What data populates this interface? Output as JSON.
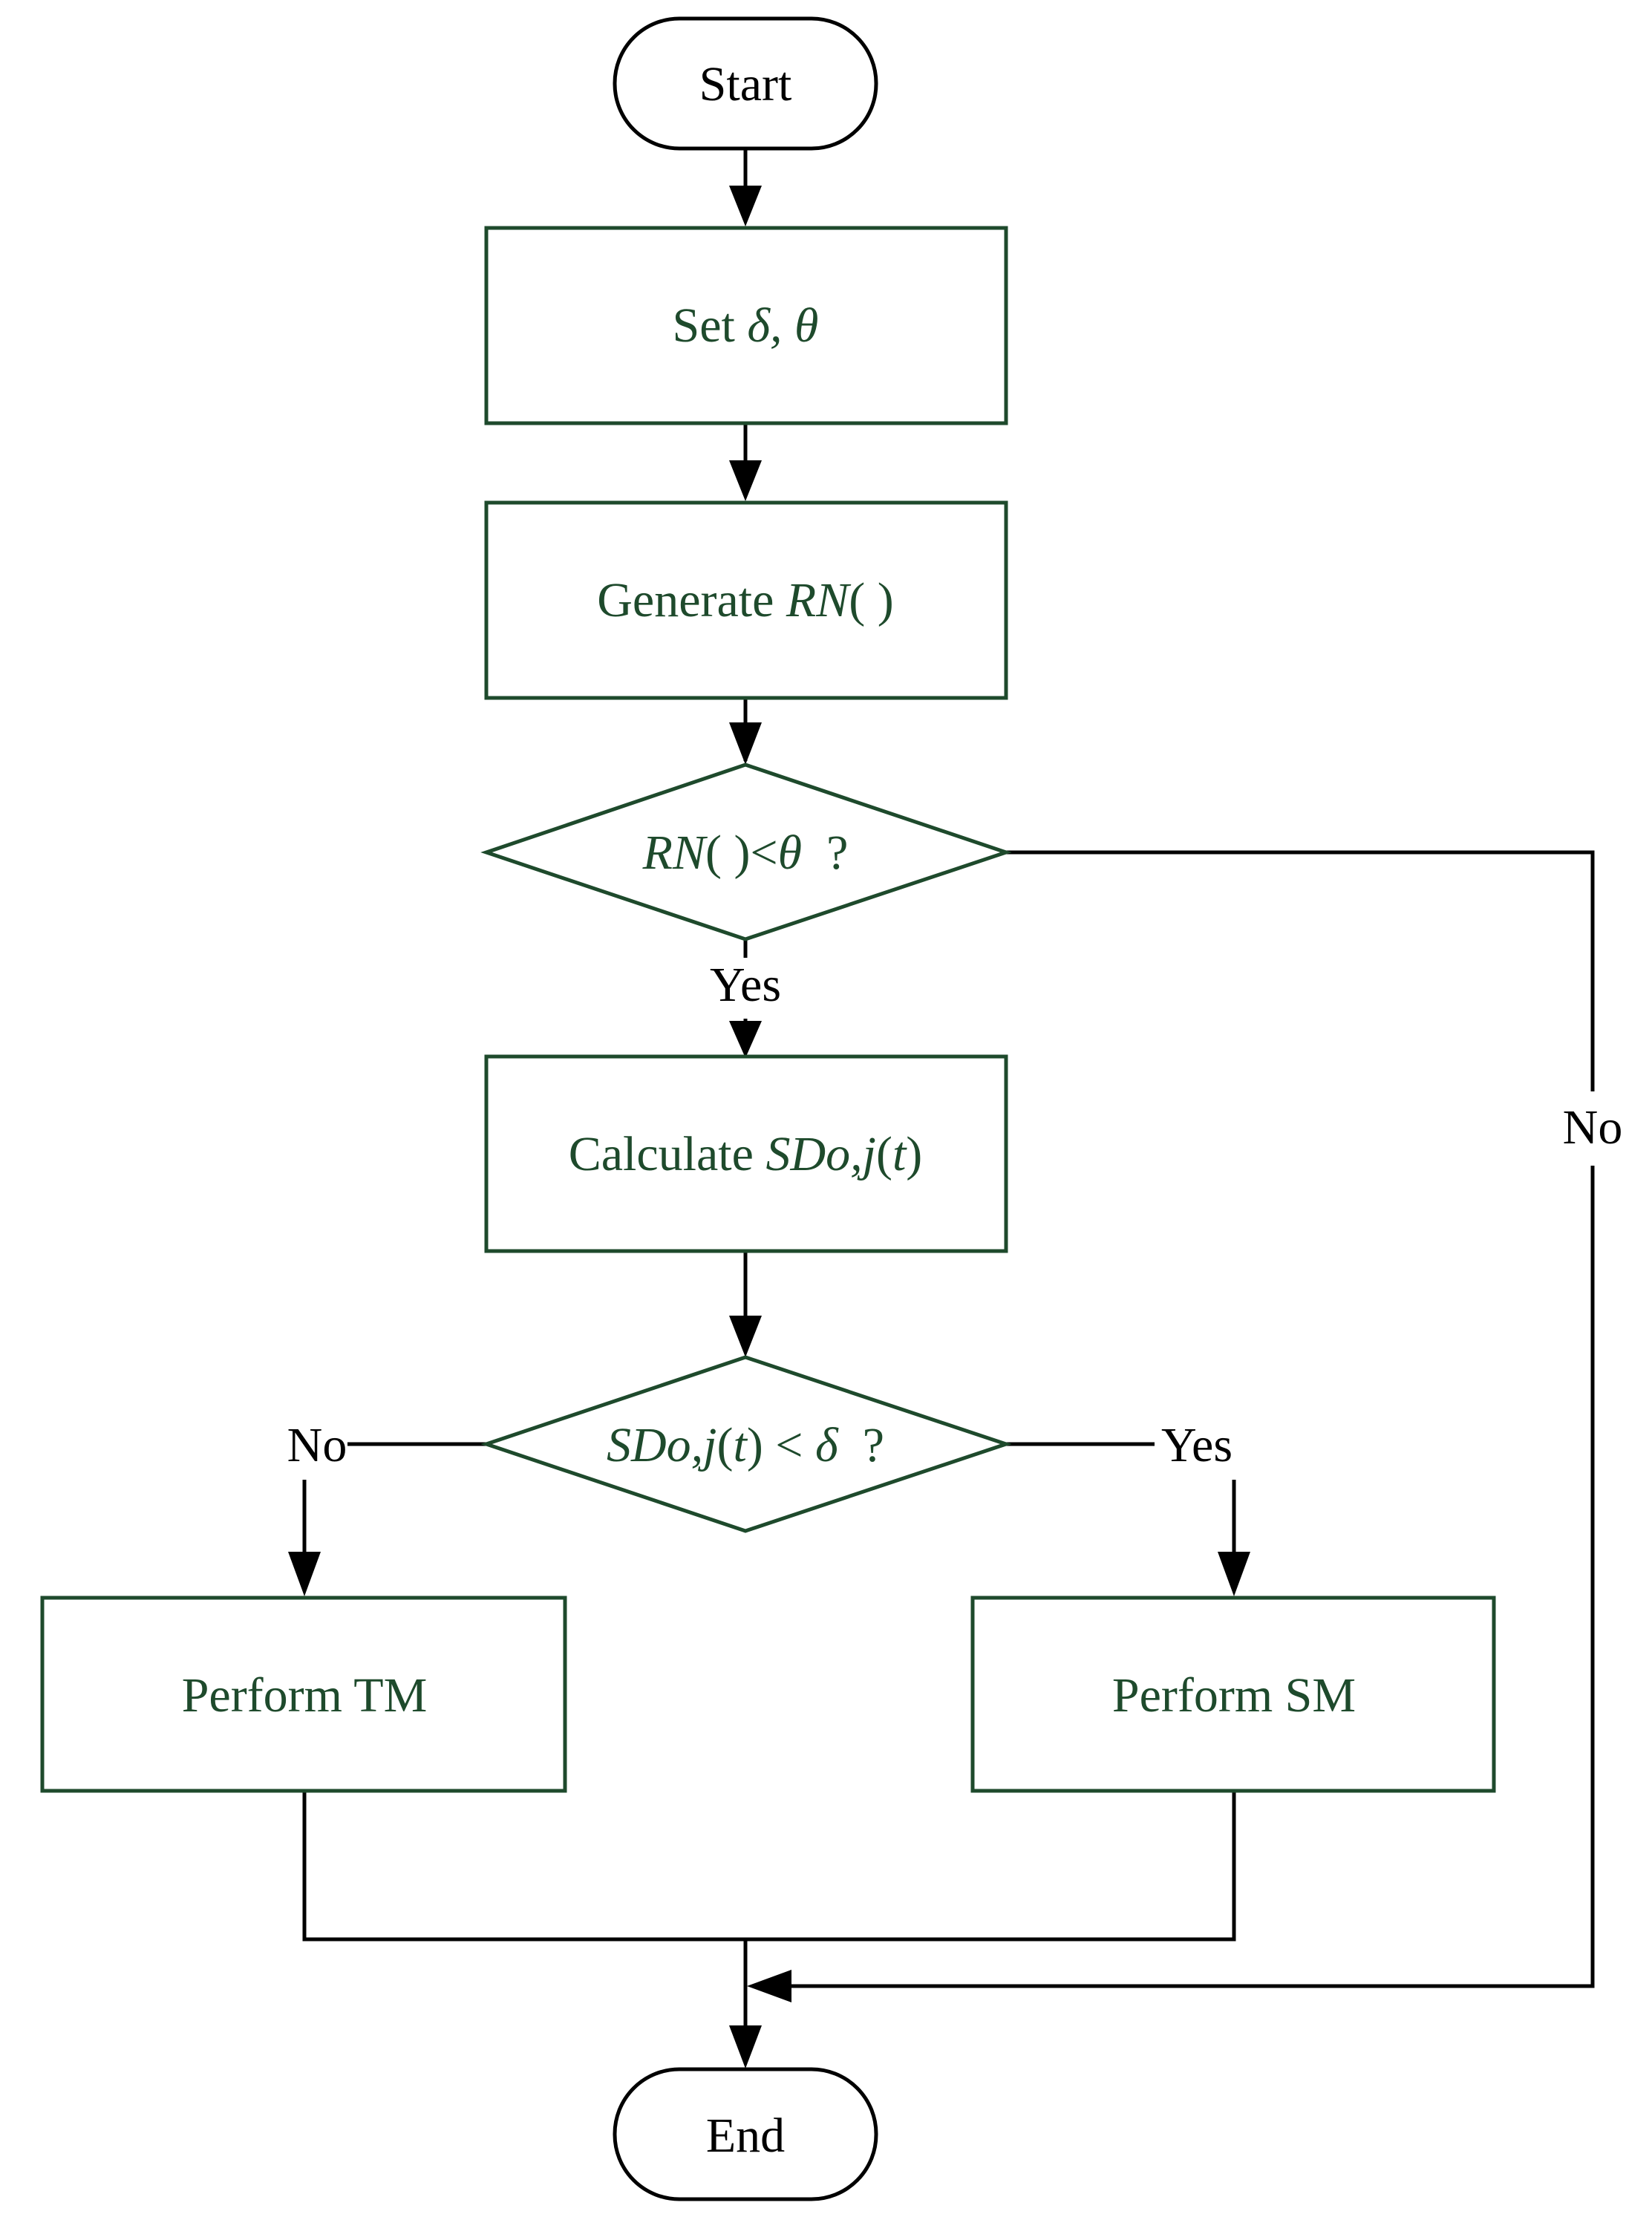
{
  "colors": {
    "box_stroke": "#1e4a2c",
    "box_text": "#1e4a2c",
    "arrow": "#000000",
    "terminal_text": "#000000",
    "background": "#ffffff"
  },
  "flowchart": {
    "start": "Start",
    "set_params": {
      "prefix": "Set ",
      "symbols": "δ, θ"
    },
    "generate": {
      "prefix": "Generate ",
      "fn": "RN",
      "suffix": "( )"
    },
    "decision_1": {
      "fn": "RN",
      "op": "( )<",
      "sym": "θ",
      "q": "  ?"
    },
    "yes_1": "Yes",
    "no_1": "No",
    "calculate": {
      "prefix": "Calculate ",
      "var": "SDo,j",
      "open": "(",
      "t": "t",
      "close": ")"
    },
    "decision_2": {
      "var": "SDo,j",
      "open": "(",
      "t": "t",
      "mid": ") < ",
      "sym": "δ",
      "q": "  ?"
    },
    "no_2": "No",
    "yes_2": "Yes",
    "perform_tm": "Perform TM",
    "perform_sm": "Perform SM",
    "end": "End"
  }
}
